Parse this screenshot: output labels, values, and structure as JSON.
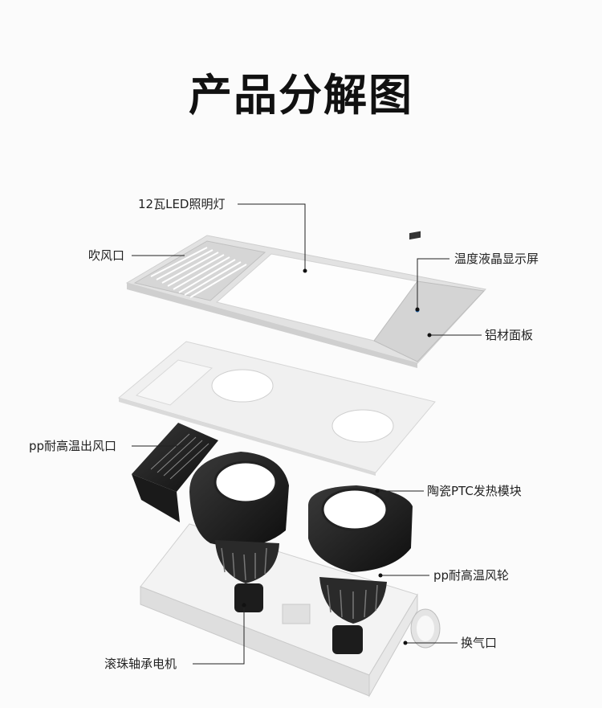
{
  "title": "产品分解图",
  "labels": {
    "led": "12瓦LED照明灯",
    "blow": "吹风口",
    "lcd": "温度液晶显示屏",
    "panel": "铝材面板",
    "pp_outlet": "pp耐高温出风口",
    "ptc": "陶瓷PTC发热模块",
    "wheel": "pp耐高温风轮",
    "vent": "换气口",
    "motor": "滚珠轴承电机"
  }
}
